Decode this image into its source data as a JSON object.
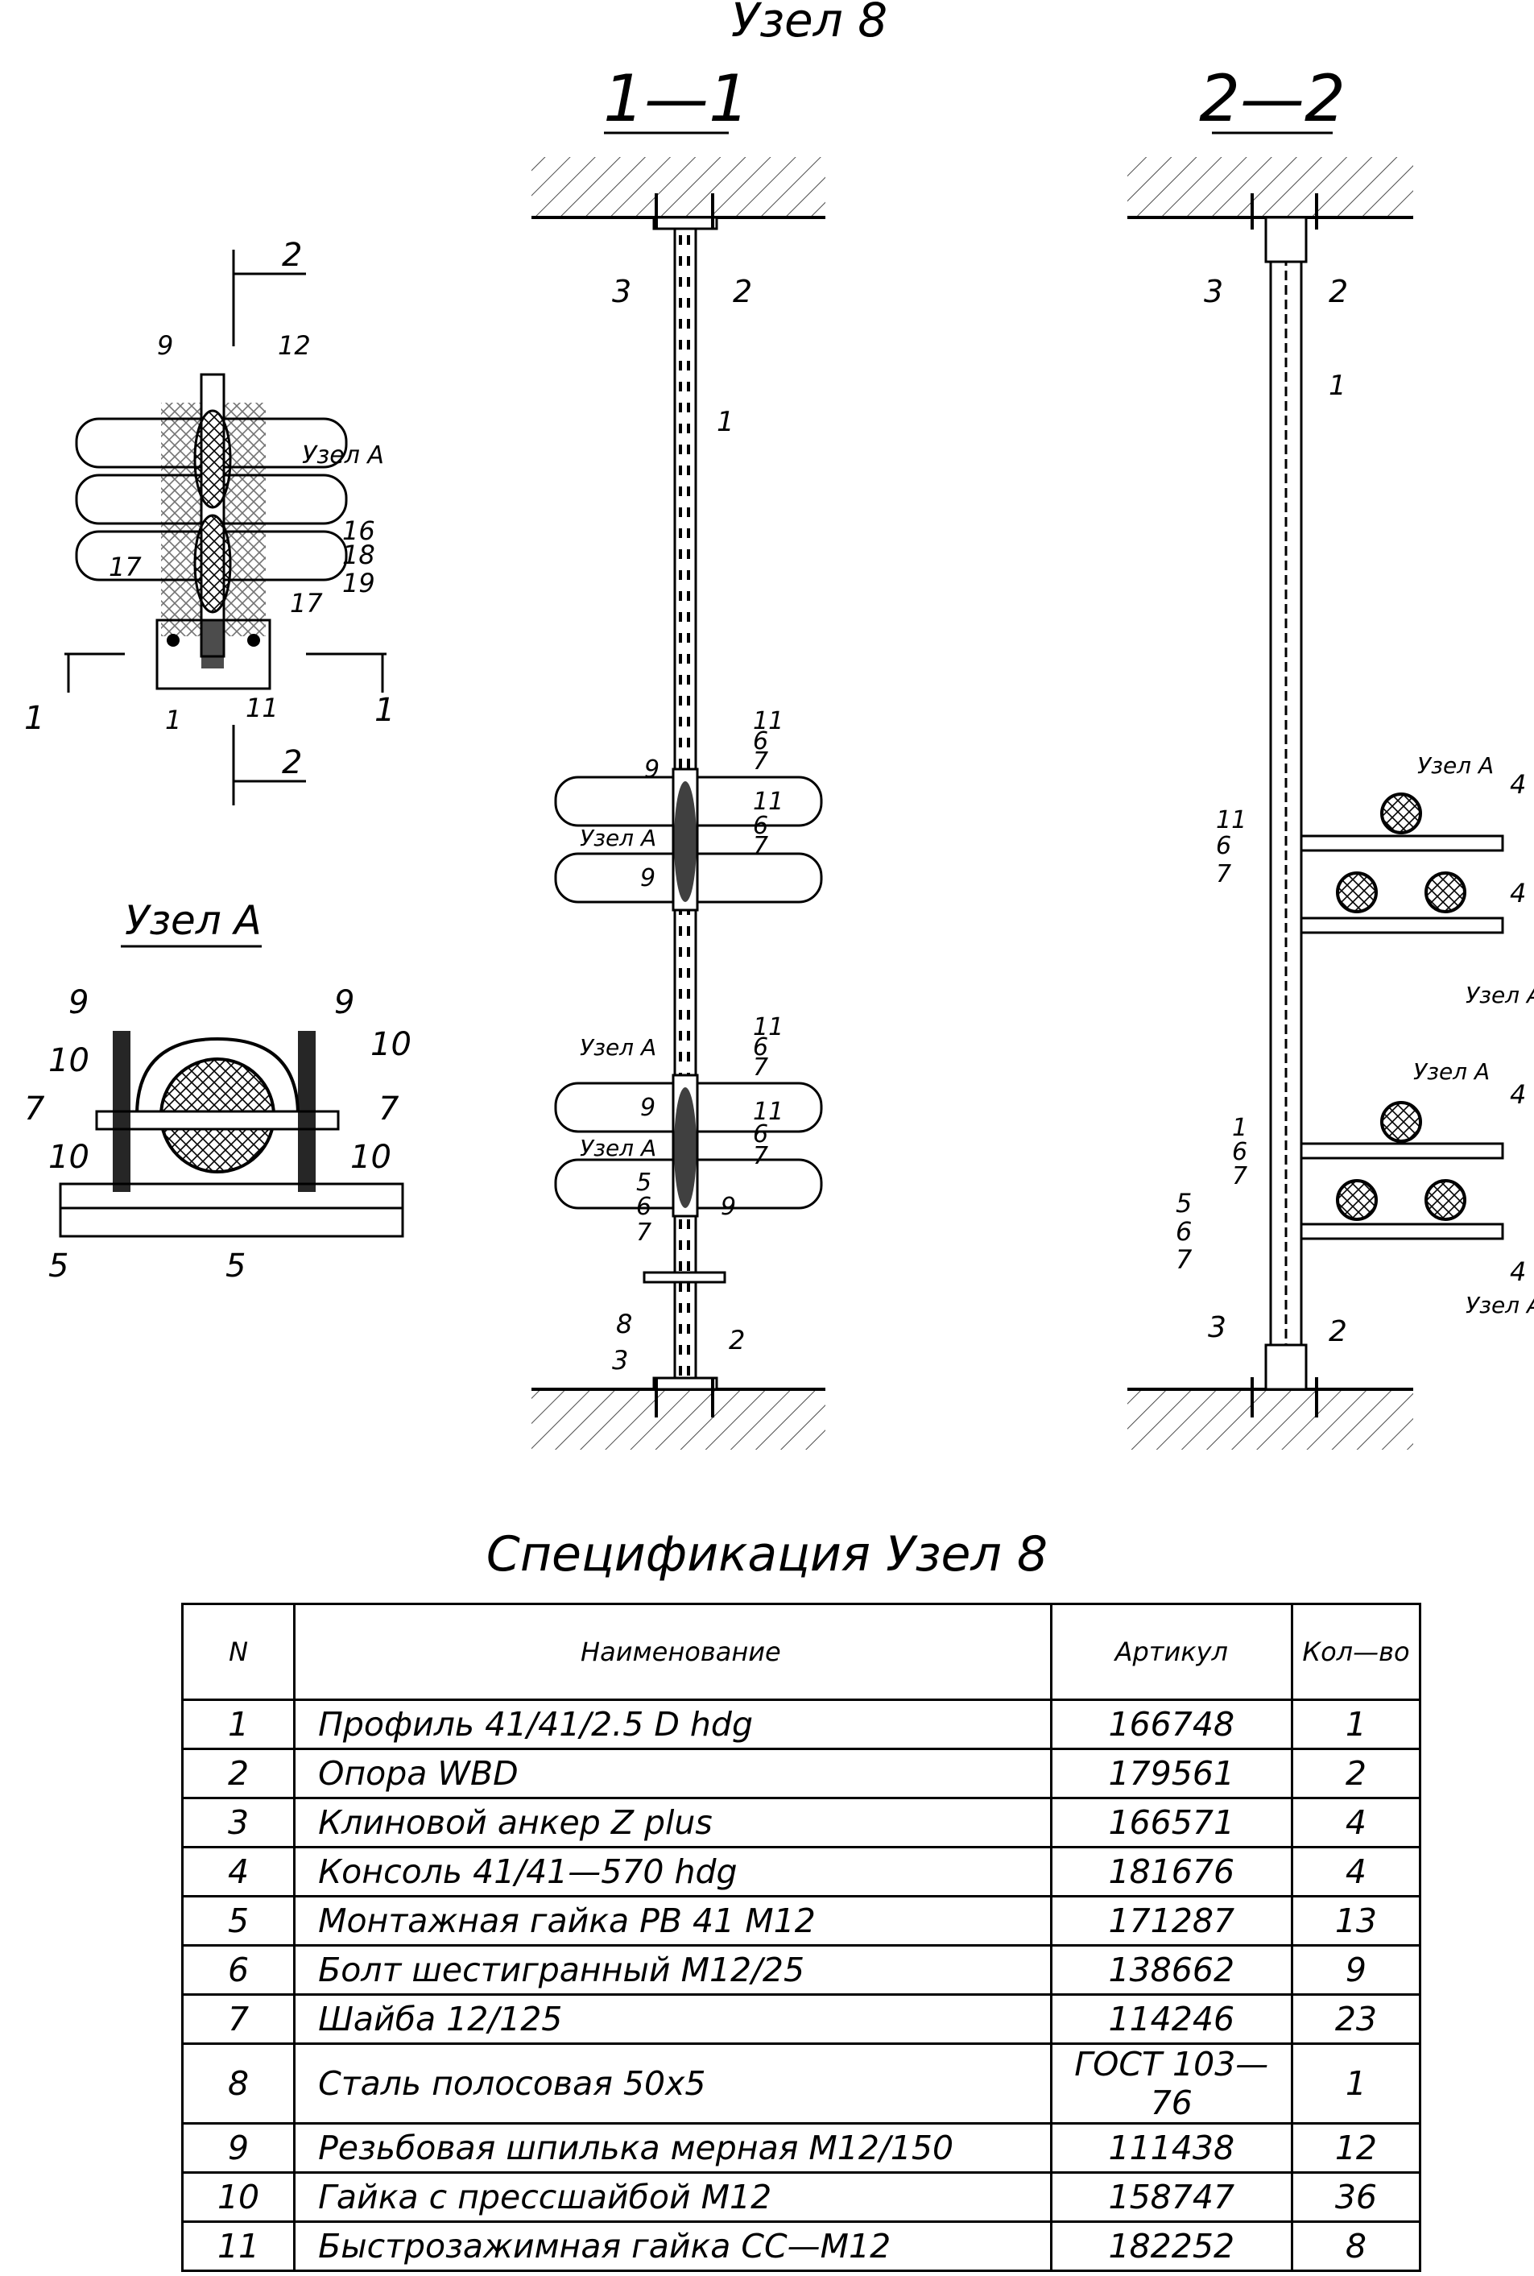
{
  "page_title": "Узел 8",
  "views": {
    "section_1": "1—1",
    "section_2": "2—2",
    "node_a_title": "Узел А"
  },
  "callouts": {
    "node_a_ref": "Узел А",
    "n1": "1",
    "n2": "2",
    "n3": "3",
    "n4": "4",
    "n5": "5",
    "n6": "6",
    "n7": "7",
    "n8": "8",
    "n9": "9",
    "n10": "10",
    "n11": "11",
    "n12": "12",
    "n16": "16",
    "n17": "17",
    "n18": "18",
    "n19": "19"
  },
  "spec": {
    "title": "Спецификация Узел 8",
    "headers": {
      "n": "N",
      "name": "Наименование",
      "article": "Артикул",
      "qty": "Кол—во"
    },
    "rows": [
      {
        "n": "1",
        "name": "Профиль 41/41/2.5 D hdg",
        "article": "166748",
        "qty": "1"
      },
      {
        "n": "2",
        "name": "Опора WBD",
        "article": "179561",
        "qty": "2"
      },
      {
        "n": "3",
        "name": "Клиновой анкер Z plus",
        "article": "166571",
        "qty": "4"
      },
      {
        "n": "4",
        "name": "Консоль 41/41—570 hdg",
        "article": "181676",
        "qty": "4"
      },
      {
        "n": "5",
        "name": "Монтажная гайка  PB 41 M12",
        "article": "171287",
        "qty": "13"
      },
      {
        "n": "6",
        "name": "Болт шестигранный M12/25",
        "article": "138662",
        "qty": "9"
      },
      {
        "n": "7",
        "name": "Шайба 12/125",
        "article": "114246",
        "qty": "23"
      },
      {
        "n": "8",
        "name": "Сталь полосовая 50х5",
        "article": "ГОСТ 103—76",
        "qty": "1"
      },
      {
        "n": "9",
        "name": "Резьбовая шпилька мерная M12/150",
        "article": "111438",
        "qty": "12"
      },
      {
        "n": "10",
        "name": "Гайка с прессшайбой M12",
        "article": "158747",
        "qty": "36"
      },
      {
        "n": "11",
        "name": "Быстрозажимная гайка CC—M12",
        "article": "182252",
        "qty": "8"
      }
    ]
  }
}
